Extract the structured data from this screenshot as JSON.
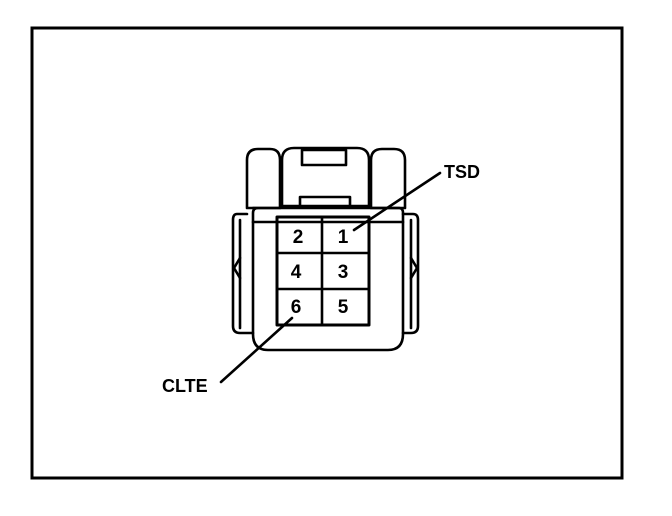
{
  "diagram": {
    "callouts": {
      "top_right": "TSD",
      "bottom_left": "CLTE"
    },
    "pins": {
      "p2": "2",
      "p1": "1",
      "p4": "4",
      "p3": "3",
      "p6": "6",
      "p5": "5"
    }
  }
}
